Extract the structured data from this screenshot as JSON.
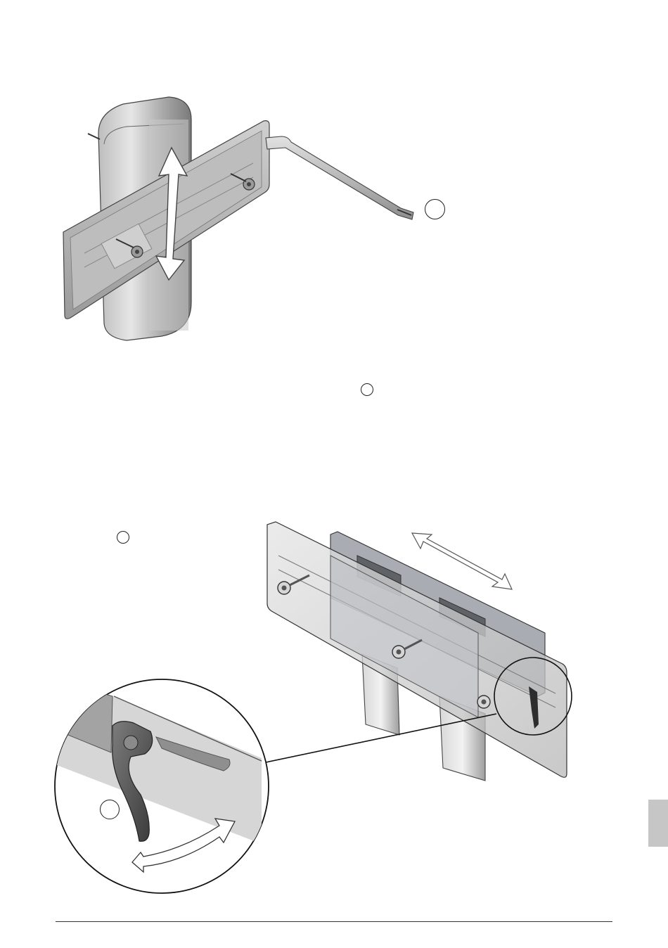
{
  "page": {
    "figures": [
      {
        "id": "fig-top",
        "subject": "vertical-bracket-with-horizontal-plate-and-rod"
      },
      {
        "id": "fig-bottom",
        "subject": "horizontal-plate-assembly-with-lever-detail"
      }
    ],
    "callouts": [
      {
        "id": "callout-rod"
      },
      {
        "id": "callout-inline"
      },
      {
        "id": "callout-left"
      },
      {
        "id": "callout-lever"
      }
    ],
    "colors": {
      "metal_light": "#d8d8d8",
      "metal_mid": "#a9a9a9",
      "metal_dark": "#6f6f6f",
      "outline": "#333333",
      "side_tab": "#c6c6c6"
    }
  }
}
